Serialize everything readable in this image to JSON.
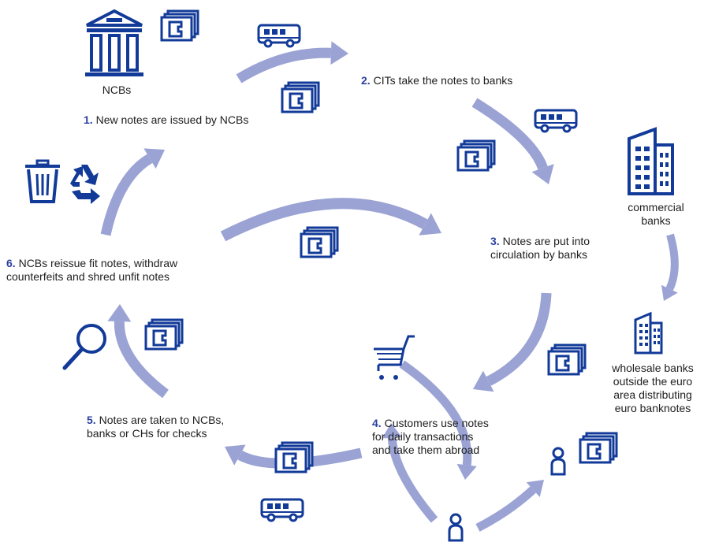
{
  "colors": {
    "arrow": "#9aa3d4",
    "icon": "#123a98",
    "accent": "#2b3f9e",
    "text": "#1e1e1e"
  },
  "labels": {
    "ncbs": "NCBs",
    "commercial_banks": [
      "commercial",
      "banks"
    ],
    "wholesale_banks": [
      "wholesale banks",
      "outside the euro",
      "area distributing",
      "euro banknotes"
    ]
  },
  "steps": [
    {
      "number": "1.",
      "lines": [
        "New notes are issued by NCBs"
      ]
    },
    {
      "number": "2.",
      "lines": [
        "CITs take the notes to banks"
      ]
    },
    {
      "number": "3.",
      "lines": [
        "Notes are put into",
        "circulation by banks"
      ]
    },
    {
      "number": "4.",
      "lines": [
        "Customers use notes",
        "for daily transactions",
        "and take them abroad"
      ]
    },
    {
      "number": "5.",
      "lines": [
        "Notes are taken to NCBs,",
        "banks or CHs for checks"
      ]
    },
    {
      "number": "6.",
      "lines": [
        "NCBs reissue fit notes, withdraw",
        "counterfeits and shred unfit notes"
      ]
    }
  ],
  "icons": [
    "bank-building-icon",
    "banknotes-icon",
    "van-icon",
    "office-building-icon",
    "trash-bin-icon",
    "recycle-icon",
    "magnifier-icon",
    "shopping-cart-icon",
    "person-icon"
  ]
}
